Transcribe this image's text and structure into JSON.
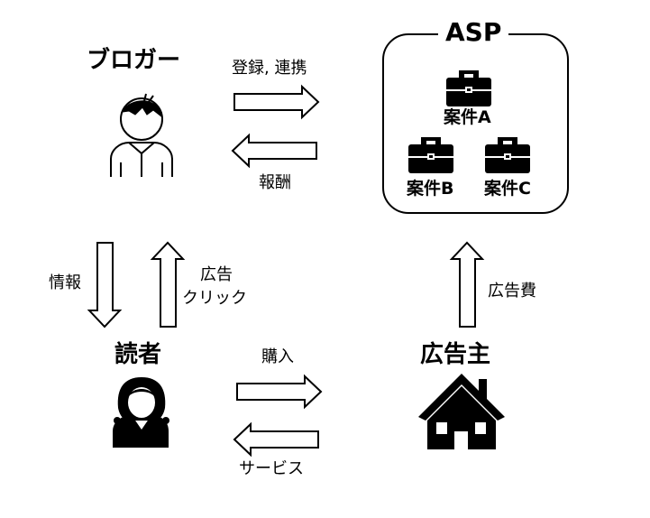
{
  "nodes": {
    "blogger": "ブロガー",
    "asp": "ASP",
    "reader": "読者",
    "advertiser": "広告主"
  },
  "asp_cases": [
    "案件A",
    "案件B",
    "案件C"
  ],
  "flows": {
    "register": "登録, 連携",
    "reward": "報酬",
    "info": "情報",
    "ad_click_line1": "広告",
    "ad_click_line2": "クリック",
    "purchase": "購入",
    "service": "サービス",
    "ad_fee": "広告費"
  },
  "icons": [
    "person-icon",
    "woman-icon",
    "house-icon",
    "briefcase-icon"
  ]
}
